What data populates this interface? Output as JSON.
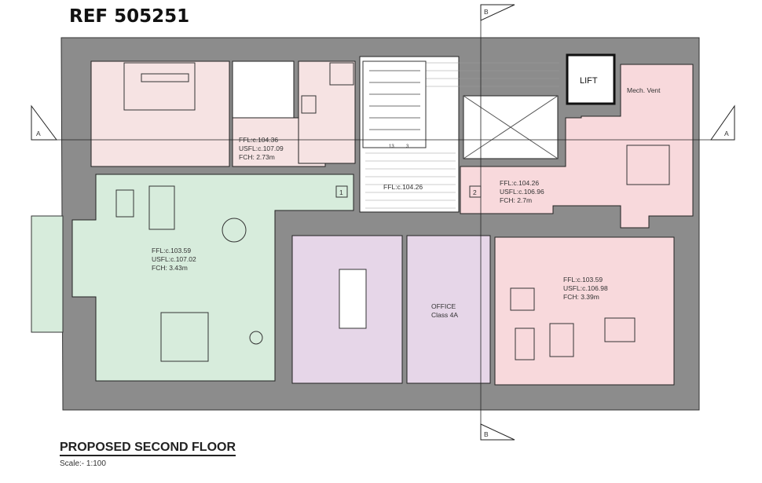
{
  "ref": "REF 505251",
  "title": "PROPOSED SECOND FLOOR",
  "scale": "Scale:- 1:100",
  "section_markers": {
    "a": "A",
    "b": "B"
  },
  "lift_label": "LIFT",
  "mech_vent_label": "Mech. Vent",
  "door_tags": [
    "1",
    "2"
  ],
  "stair_numbers": [
    "13",
    "3"
  ],
  "rooms": {
    "top_left": {
      "ffl": "FFL:c.104.36",
      "usfl": "USFL:c.107.09",
      "fch": "FCH: 2.73m"
    },
    "hall": {
      "ffl": "FFL:c.104.26"
    },
    "top_right": {
      "ffl": "FFL:c.104.26",
      "usfl": "USFL:c.106.96",
      "fch": "FCH: 2.7m"
    },
    "green": {
      "ffl": "FFL:c.103.59",
      "usfl": "USFL:c.107.02",
      "fch": "FCH: 3.43m"
    },
    "office": {
      "name": "OFFICE",
      "class": "Class 4A"
    },
    "bottom_right": {
      "ffl": "FFL:c.103.59",
      "usfl": "USFL:c.106.98",
      "fch": "FCH: 3.39m"
    }
  },
  "colors": {
    "wall": "#8c8c8c",
    "pink": "#f6e3e3",
    "pink2": "#f8d9dc",
    "green": "#d7ecdc",
    "purple": "#e6d6e8"
  }
}
